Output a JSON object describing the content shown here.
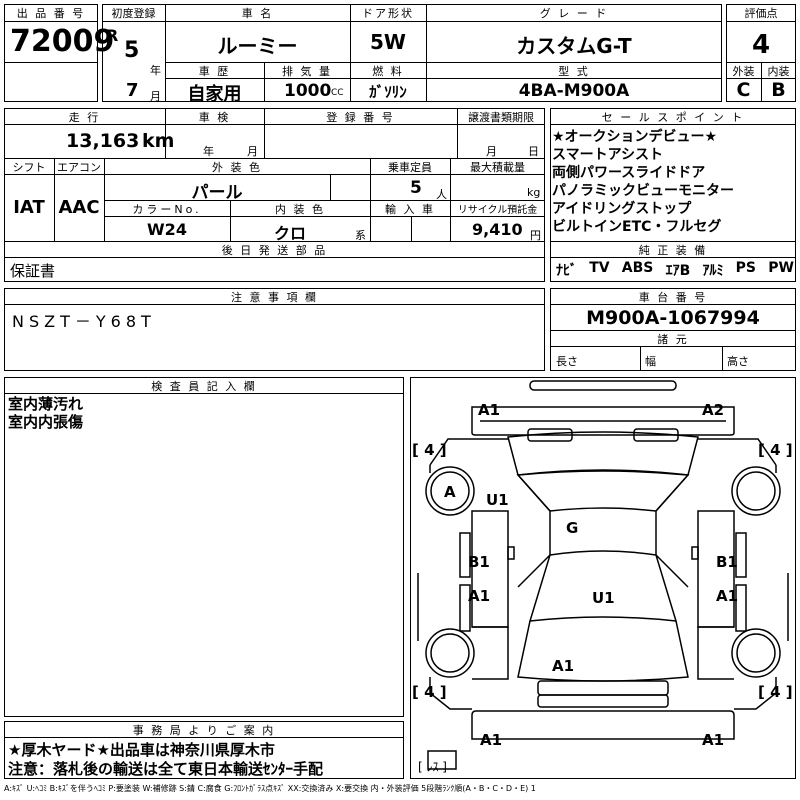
{
  "header": {
    "lot_label": "出 品 番 号",
    "lot": "72009",
    "first_reg_label": "初度登録",
    "era": "R",
    "year": "5",
    "year_unit": "年",
    "month": "7",
    "month_unit": "月",
    "car_name_label": "車 名",
    "car_name": "ルーミー",
    "door_label": "ドア形状",
    "door": "5W",
    "grade_label": "グ レ ー ド",
    "grade": "カスタムG-T",
    "score_label": "評価点",
    "score": "4",
    "history_label": "車 歴",
    "history": "自家用",
    "displacement_label": "排 気 量",
    "displacement": "1000",
    "displacement_unit": "CC",
    "fuel_label": "燃 料",
    "fuel": "ｶﾞｿﾘﾝ",
    "model_label": "型 式",
    "model": "4BA-M900A",
    "exterior_label": "外装",
    "exterior": "C",
    "interior_label": "内装",
    "interior": "B"
  },
  "specs": {
    "mileage_label": "走 行",
    "mileage": "13,163",
    "mileage_unit": "km",
    "inspection_label": "車 検",
    "inspection_year": "年",
    "inspection_month": "月",
    "reg_no_label": "登 録 番 号",
    "transfer_label": "譲渡書類期限",
    "transfer_month": "月",
    "transfer_day": "日",
    "shift_label": "シフト",
    "shift": "IAT",
    "ac_label": "エアコン",
    "ac": "AAC",
    "ext_color_label": "外 装 色",
    "ext_color": "パール",
    "capacity_label": "乗車定員",
    "capacity": "5",
    "capacity_unit": "人",
    "max_load_label": "最大積載量",
    "max_load_unit": "kg",
    "color_no_label": "カラーNo.",
    "color_no": "W24",
    "int_color_label": "内 装 色",
    "int_color": "クロ",
    "int_color_unit": "系",
    "import_label": "輸 入 車",
    "recycle_label": "リサイクル預託金",
    "recycle": "9,410",
    "recycle_unit": "円",
    "later_items_label": "後 日 発 送 部 品",
    "later_items": "保証書"
  },
  "sales_points": {
    "label": "セ ー ル ス ポ イ ン ト",
    "lines": [
      "★オークションデビュー★",
      "スマートアシスト",
      "両側パワースライドドア",
      "パノラミックビューモニター",
      "アイドリングストップ",
      "ビルトインETC・フルセグ"
    ]
  },
  "equipment": {
    "label": "純 正 装 備",
    "items": [
      "ﾅﾋﾞ",
      "TV",
      "ABS",
      "ｴｱB",
      "ｱﾙﾐ",
      "PS",
      "PW"
    ]
  },
  "notes": {
    "label": "注 意 事 項 欄",
    "text": "NSZT－Y68T"
  },
  "chassis": {
    "label": "車 台 番 号",
    "number": "M900A-1067994",
    "dims_label": "諸 元",
    "length": "長さ",
    "width": "幅",
    "height": "高さ"
  },
  "inspector": {
    "label": "検 査 員 記 入 欄",
    "lines": [
      "室内薄汚れ",
      "室内内張傷"
    ]
  },
  "office": {
    "label": "事 務 局 よ り ご 案 内",
    "line1": "★厚木ヤード★出品車は神奈川県厚木市",
    "line2": "注意：落札後の輸送は全て東日本輸送ｾﾝﾀｰ手配"
  },
  "diagram": {
    "tire_fl": "[ 4 ]",
    "tire_fr": "[ 4 ]",
    "tire_rl": "[ 4 ]",
    "tire_rr": "[ 4 ]",
    "spare": "[ ﾚｽ ]",
    "marks": {
      "front_bumper_l": "A1",
      "front_bumper_r": "A2",
      "front_wheel_l": "A",
      "fender_l": "U1",
      "windshield": "G",
      "front_door_l": "B1",
      "front_door_r": "B1",
      "rear_door_l": "A1",
      "rear_door_r": "A1",
      "roof": "U1",
      "back_door": "A1",
      "rear_bumper_l": "A1",
      "rear_bumper_r": "A1"
    }
  },
  "legend": "A:ｷｽﾞ U:ﾍｺﾐ B:ｷｽﾞを伴うﾍｺﾐ P:要塗装 W:補修跡 S:錆 C:腐食 G:ﾌﾛﾝﾄｶﾞﾗｽ点ｷｽﾞ XX:交換済み X:要交換 内・外装評価 5段階ﾗﾝｸ順(A・B・C・D・E) 1"
}
